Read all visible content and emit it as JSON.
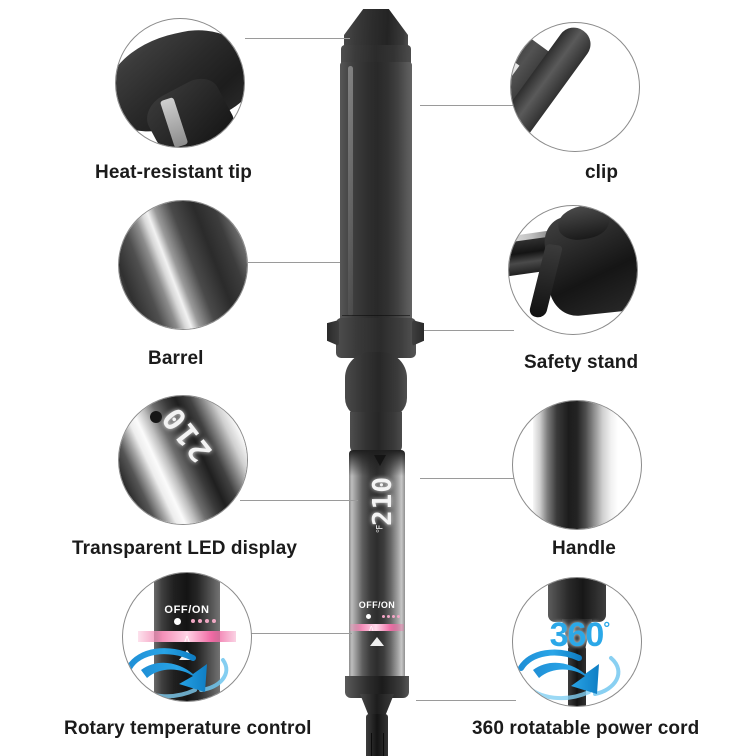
{
  "page": {
    "title": "Curling iron feature infographic",
    "background_color": "#ffffff",
    "accent_blue": "#2ba8e8",
    "accent_pink": "#f58cb9",
    "label_color": "#1b1b1b"
  },
  "callouts": [
    {
      "id": "heat-resistant-tip",
      "label": "Heat-resistant tip",
      "position": "top-left",
      "detail": "close-up of the tapered matte black insulated tip"
    },
    {
      "id": "clip",
      "label": "clip",
      "position": "top-right",
      "detail": "close-up of the hinged hair clip against the barrel"
    },
    {
      "id": "barrel",
      "label": "Barrel",
      "position": "middle-left",
      "detail": "close-up of the polished diagonal metallic barrel surface"
    },
    {
      "id": "safety-stand",
      "label": "Safety stand",
      "position": "middle-right",
      "detail": "close-up of the fold-out safety stand leg"
    },
    {
      "id": "transparent-led-display",
      "label": "Transparent LED display",
      "position": "lower-left",
      "detail": "close-up of the transparent LED readout on the handle",
      "display_value": "210"
    },
    {
      "id": "handle",
      "label": "Handle",
      "position": "lower-right",
      "detail": "close-up of the glossy cylindrical handle"
    },
    {
      "id": "rotary-temperature-control",
      "label": "Rotary temperature control",
      "position": "bottom-left",
      "detail": "close-up of the rotating temperature dial with OFF/ON marking",
      "switch_label": "OFF/ON",
      "caret_glyph": "ʌ",
      "rotation_arrow": "blue curved rotation arrow"
    },
    {
      "id": "360-rotatable-power-cord",
      "label": "360 rotatable power cord",
      "position": "bottom-right",
      "detail": "close-up of the swivel cord joint",
      "badge_number": "360",
      "badge_degree": "°",
      "rotation_arrow": "blue curved rotation arrow"
    }
  ],
  "product": {
    "name": "curling iron",
    "led_display_value": "210",
    "led_display_unit": "℉",
    "switch_label": "OFF/ON",
    "caret_glyph": "ʌ"
  }
}
